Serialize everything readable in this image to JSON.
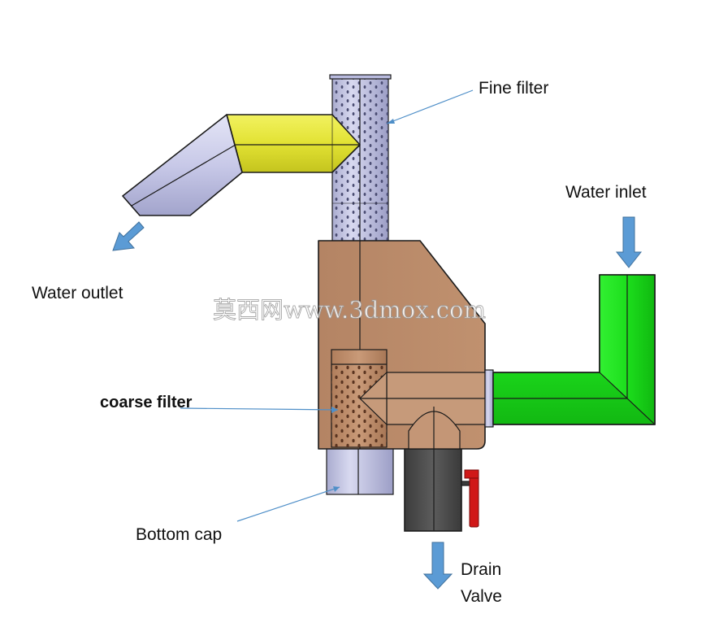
{
  "labels": {
    "fine_filter": "Fine filter",
    "water_inlet": "Water inlet",
    "water_outlet": "Water outlet",
    "coarse_filter": "coarse filter",
    "bottom_cap": "Bottom cap",
    "drain_line1": "Drain",
    "drain_line2": "Valve"
  },
  "watermark": "莫西网www.3dmox.com",
  "colors": {
    "housing": "#b98a6a",
    "outlet_elbow": "#e6e63a",
    "inlet_pipe": "#1ee61e",
    "filter_tube": "#c6c8e6",
    "valve_body": "#4e4e4e",
    "valve_handle": "#d01818",
    "flow_arrow": "#5b9bd5",
    "leader_line": "#4f8fc8"
  },
  "icons": {
    "flow_arrow": "arrow-icon"
  }
}
